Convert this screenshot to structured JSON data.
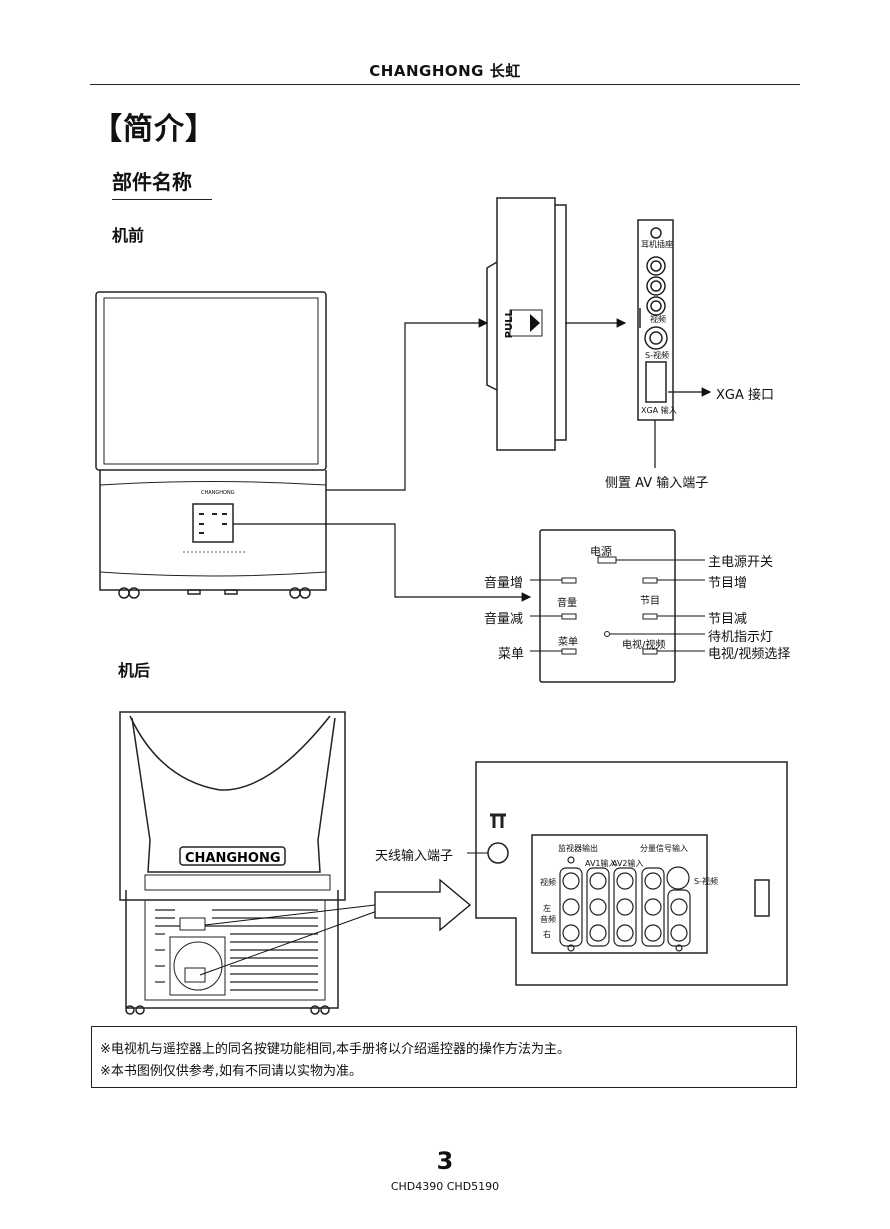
{
  "header": {
    "brand": "CHANGHONG 长虹"
  },
  "section_title": "【简介】",
  "sub_title": "部件名称",
  "front": {
    "heading": "机前",
    "side_panel": {
      "xga_label": "XGA 接口",
      "side_av_label": "侧置 AV 输入端子",
      "pull_label": "PULL",
      "tiny": {
        "earphone": "耳机插座",
        "video": "视频",
        "s_video": "S-视频",
        "xga_in": "XGA 输入"
      }
    },
    "control_panel": {
      "power_text": "电源",
      "volume_text": "音量",
      "channel_text": "节目",
      "menu_text": "菜单",
      "tvav_text": "电视/视频",
      "callouts": {
        "main_power": "主电源开关",
        "vol_up": "音量增",
        "ch_up": "节目增",
        "vol_down": "音量减",
        "ch_down": "节目减",
        "standby": "待机指示灯",
        "menu": "菜单",
        "tv_av": "电视/视频选择"
      }
    }
  },
  "rear": {
    "heading": "机后",
    "logo": "CHANGHONG",
    "antenna_label": "天线输入端子",
    "terminals": {
      "header_1": "监视器输出",
      "av1": "AV1输入",
      "av2": "AV2输入",
      "component": "分量信号输入",
      "s_video": "S-视频",
      "video": "视频",
      "left": "左",
      "audio": "音频",
      "right": "右"
    }
  },
  "notes": [
    "※电视机与遥控器上的同名按键功能相同,本手册将以介绍遥控器的操作方法为主。",
    "※本书图例仅供参考,如有不同请以实物为准。"
  ],
  "footer": {
    "page_number": "3",
    "model_codes": "CHD4390   CHD5190"
  }
}
